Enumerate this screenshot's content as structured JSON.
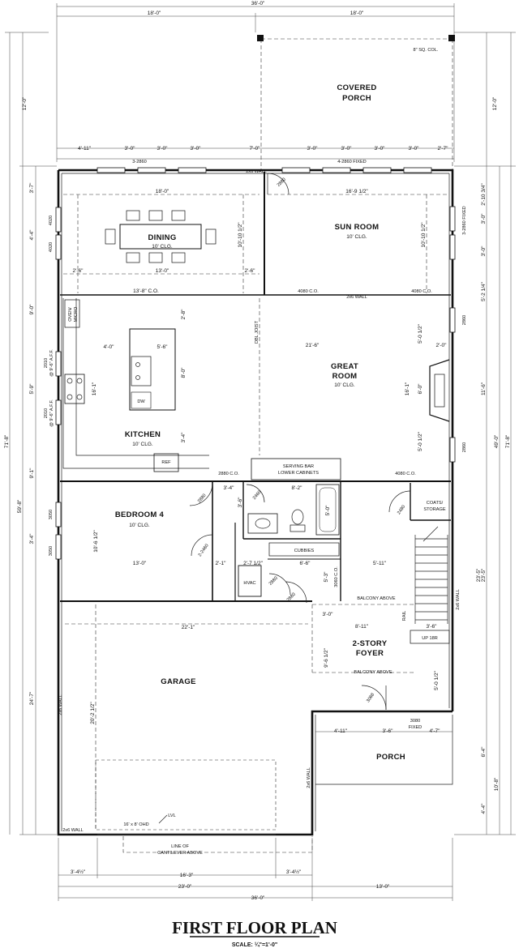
{
  "title": "FIRST FLOOR PLAN",
  "scale": "SCALE: ¼\"=1'-0\"",
  "rooms": {
    "covered_porch": {
      "name_line1": "COVERED",
      "name_line2": "PORCH"
    },
    "dining": {
      "name": "DINING",
      "ceiling": "10' CLG."
    },
    "sun_room": {
      "name": "SUN ROOM",
      "ceiling": "10' CLG."
    },
    "great_room": {
      "name_line1": "GREAT",
      "name_line2": "ROOM",
      "ceiling": "10' CLG."
    },
    "kitchen": {
      "name": "KITCHEN",
      "ceiling": "10' CLG."
    },
    "bedroom4": {
      "name": "BEDROOM 4",
      "ceiling": "10' CLG."
    },
    "garage": {
      "name": "GARAGE"
    },
    "foyer": {
      "name_line1": "2-STORY",
      "name_line2": "FOYER"
    },
    "porch": {
      "name": "PORCH"
    }
  },
  "labels": {
    "sq_col": "8\" SQ. COL.",
    "window_28_60": "3-2860",
    "window_28_60_fixed": "4-2860 FIXED",
    "window_32860_fixed": "3-2860 FIXED",
    "co_4080_a": "4080 C.O.",
    "co_4080_b": "4080 C.O.",
    "co_4080_c": "4080 C.O.",
    "co_2880": "2880 C.O.",
    "wall_2x6_a": "2x6 WALL",
    "wall_2x6_b": "2x6 WALL",
    "wall_2x6_c": "2x6 WALL",
    "wall_2x6_d": "2x6 WALL",
    "wall_2x6_e": "2x6 WALL",
    "wall_2x6_f": "2x6 WALL",
    "dbl_joist": "DBL JOIST",
    "oven_micro_1": "OVEN/",
    "oven_micro_2": "MICRO",
    "dw": "DW",
    "ref": "REF",
    "serving_bar_1": "SERVING BAR",
    "serving_bar_2": "LOWER CABINETS",
    "coats_1": "COATS/",
    "coats_2": "STORAGE",
    "cubbies": "CUBBIES",
    "hvac": "HVAC",
    "balcony_above_a": "BALCONY ABOVE",
    "balcony_above_b": "BALCONY ABOVE",
    "rail": "RAIL",
    "up_18r": "UP 18R",
    "fixed_3080_1": "3080",
    "fixed_3080_2": "FIXED",
    "door_3068": "3068",
    "ohd": "16' x 8' OHD",
    "lvl": "LVL",
    "cantilever_1": "LINE OF",
    "cantilever_2": "CANTILEVER ABOVE",
    "w4020_a": "4020",
    "w4020_b": "4020",
    "w2010_a": "2010",
    "w2010_a_aff": "@ 9'-6\" A.F.F.",
    "w2010_b": "2010",
    "w2010_b_aff": "@ 9'-6\" A.F.F.",
    "w3050_a": "3050",
    "w3050_b": "3050",
    "w2860_right_a": "2860",
    "w2860_right_b": "2860",
    "door_2880_sun": "2880",
    "door_2880_bed": "2880",
    "door_2460_bath": "2460",
    "door_2460_closet": "2-2460",
    "door_2480_coats": "2480",
    "door_2880_hvac": "2880",
    "door_2880_hall": "2880",
    "door_3060_cubbies": "3060 C.O."
  },
  "dimensions": {
    "top_total": "36'-0\"",
    "top_left": "18'-0\"",
    "top_right": "18'-0\"",
    "porch_depth_left": "12'-0\"",
    "porch_depth_right": "12'-0\"",
    "win_row": [
      "4'-11\"",
      "3'-0\"",
      "3'-0\"",
      "3'-0\"",
      "7'-0\"",
      "3'-0\"",
      "3'-0\"",
      "3'-0\"",
      "3'-0\"",
      "2'-7\""
    ],
    "dining_width": "18'-0\"",
    "dining_inner": "13'-0\"",
    "dining_left": "2'-6\"",
    "dining_right": "2'-6\"",
    "dining_depth": "10'-10 1/2\"",
    "sun_width": "16'-9 1/2\"",
    "sun_depth": "10'-10 1/2\"",
    "kitchen_13_8": "13'-8\" C.O.",
    "great_width": "21'-6\"",
    "kitchen_4_0": "4'-0\"",
    "kitchen_5_6": "5'-6\"",
    "island_2_8": "2'-8\"",
    "island_8_0": "8'-0\"",
    "kitchen_16_1": "16'-1\"",
    "kitchen_3_4": "3'-4\"",
    "great_16_1": "16'-1\"",
    "great_2_0": "2'-0\"",
    "great_5_0_a": "5'-0 1/2\"",
    "great_6_0": "6'-0\"",
    "great_5_0_b": "5'-0 1/2\"",
    "bed_3_4": "3'-4\"",
    "bath_8_2": "8'-2\"",
    "bath_3_6": "3'-6\"",
    "bath_5_0": "5'-0\"",
    "bed_depth": "10'-6 1/2\"",
    "bed_width": "13'-0\"",
    "closet_2_1": "2'-1\"",
    "hvac_2_7": "2'-7 1/2\"",
    "cubbies_6_6": "6'-6\"",
    "cubbies_5_3": "5'-3\"",
    "hall_5_11": "5'-11\"",
    "garage_width": "22'-1\"",
    "garage_depth": "20'-2 1/2\"",
    "foyer_3_0": "3'-0\"",
    "foyer_8_11": "8'-11\"",
    "foyer_3_6": "3'-6\"",
    "foyer_9_6": "9'-6 1/2\"",
    "foyer_5_0": "5'-0 1/2\"",
    "stair_23_5": "23'-5\"",
    "porch_4_11": "4'-11\"",
    "porch_3_6": "3'-6\"",
    "porch_4_7": "4'-7\"",
    "porch_6_4": "6'-4\"",
    "porch_4_4": "4'-4\"",
    "porch_10_8": "10'-8\"",
    "bottom_3_4a": "3'-4½\"",
    "bottom_16_3": "16'-3\"",
    "bottom_3_4b": "3'-4½\"",
    "bottom_23_0": "23'-0\"",
    "bottom_13_0": "13'-0\"",
    "bottom_total": "36'-0\"",
    "left_3_7": "3'-7\"",
    "left_4_4": "4'-4\"",
    "left_9_0": "9'-0\"",
    "left_5_9": "5'-9\"",
    "left_9_1": "9'-1\"",
    "left_3_4": "3'-4\"",
    "left_24_7": "24'-7\"",
    "left_59_8": "59'-8\"",
    "left_71_8": "71'-8\"",
    "right_2_10": "2'-10 3/4\"",
    "right_3_0a": "3'-0\"",
    "right_3_0b": "3'-0\"",
    "right_5_2": "5'-2 1/4\"",
    "right_11_6": "11'-6\"",
    "right_49_0": "49'-0\"",
    "right_71_8": "71'-8\"",
    "right_23_5": "23'-5\""
  }
}
